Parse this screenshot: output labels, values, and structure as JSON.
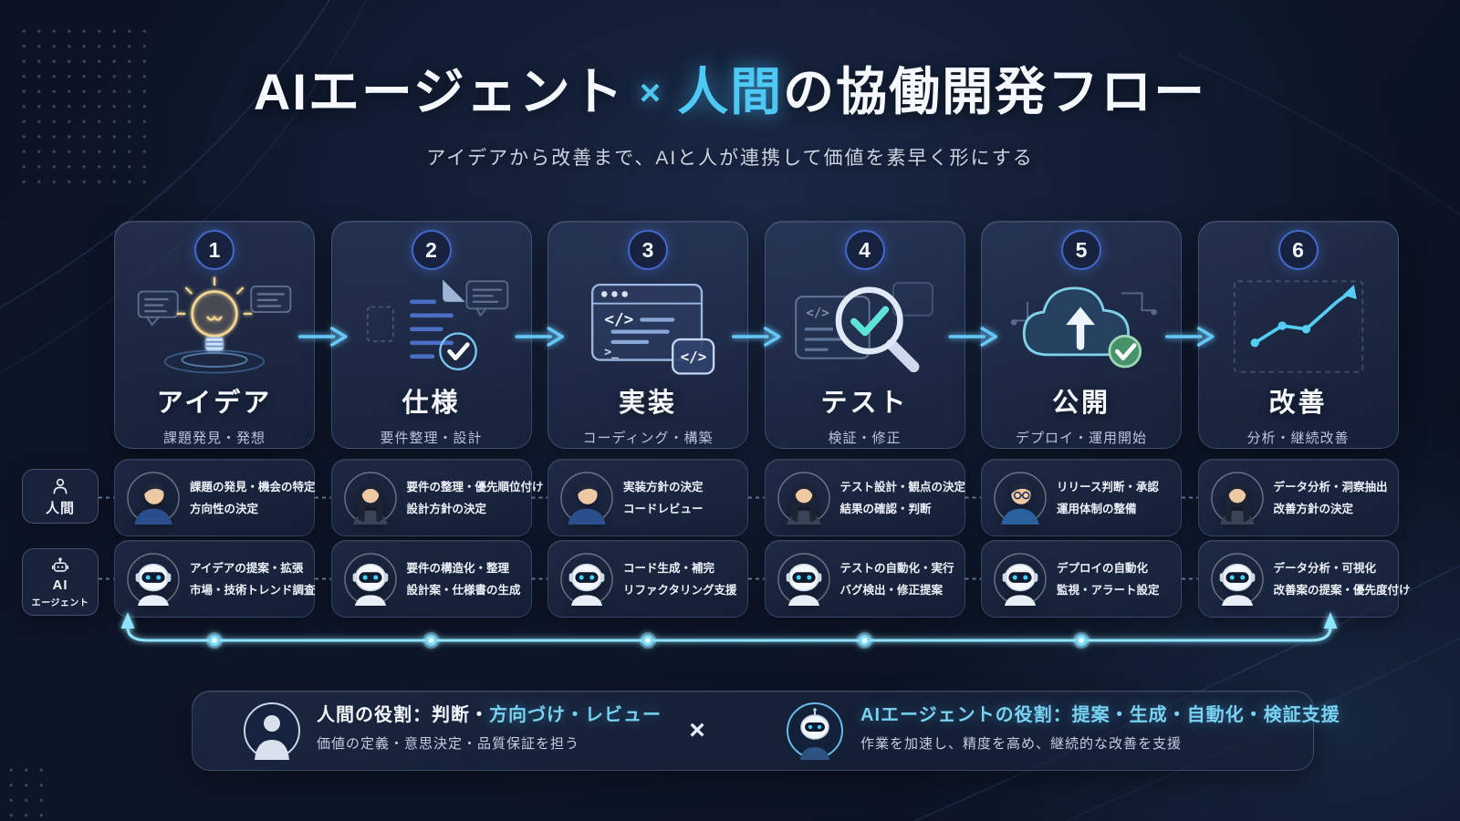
{
  "header": {
    "title_part1": "AIエージェント",
    "title_x": "×",
    "title_accent": "人間",
    "title_rest": "の協働開発フロー",
    "subtitle": "アイデアから改善まで、AIと人が連携して価値を素早く形にする"
  },
  "lanes": {
    "human": {
      "icon": "person-icon",
      "label": "人間"
    },
    "ai": {
      "icon": "robot-icon",
      "label_top": "AI",
      "label_bottom": "エージェント"
    }
  },
  "steps": [
    {
      "number": "1",
      "icon": "lightbulb-icon",
      "title": "アイデア",
      "subtitle": "課題発見・発想",
      "human_avatar": "man-avatar",
      "ai_avatar": "robot-avatar",
      "human": [
        "課題の発見・機会の特定",
        "方向性の決定"
      ],
      "ai": [
        "アイデアの提案・拡張",
        "市場・技術トレンド調査"
      ]
    },
    {
      "number": "2",
      "icon": "spec-document-icon",
      "title": "仕様",
      "subtitle": "要件整理・設計",
      "human_avatar": "woman-avatar",
      "ai_avatar": "robot-avatar",
      "human": [
        "要件の整理・優先順位付け",
        "設計方針の決定"
      ],
      "ai": [
        "要件の構造化・整理",
        "設計案・仕様書の生成"
      ]
    },
    {
      "number": "3",
      "icon": "code-window-icon",
      "title": "実装",
      "subtitle": "コーディング・構築",
      "human_avatar": "man-avatar",
      "ai_avatar": "robot-avatar",
      "human": [
        "実装方針の決定",
        "コードレビュー"
      ],
      "ai": [
        "コード生成・補完",
        "リファクタリング支援"
      ]
    },
    {
      "number": "4",
      "icon": "magnifier-check-icon",
      "title": "テスト",
      "subtitle": "検証・修正",
      "human_avatar": "woman-avatar",
      "ai_avatar": "robot-avatar",
      "human": [
        "テスト設計・観点の決定",
        "結果の確認・判断"
      ],
      "ai": [
        "テストの自動化・実行",
        "バグ検出・修正提案"
      ]
    },
    {
      "number": "5",
      "icon": "cloud-upload-icon",
      "title": "公開",
      "subtitle": "デプロイ・運用開始",
      "human_avatar": "man-glasses-avatar",
      "ai_avatar": "robot-avatar",
      "human": [
        "リリース判断・承認",
        "運用体制の整備"
      ],
      "ai": [
        "デプロイの自動化",
        "監視・アラート設定"
      ]
    },
    {
      "number": "6",
      "icon": "growth-chart-icon",
      "title": "改善",
      "subtitle": "分析・継続改善",
      "human_avatar": "woman-avatar",
      "ai_avatar": "robot-avatar",
      "human": [
        "データ分析・洞察抽出",
        "改善方針の決定"
      ],
      "ai": [
        "データ分析・可視化",
        "改善案の提案・優先度付け"
      ]
    }
  ],
  "legend": {
    "human": {
      "icon": "legend-person-avatar",
      "title_label": "人間の役割：判断・",
      "title_accent": "方向づけ・レビュー",
      "subtitle": "価値の定義・意思決定・品質保証を担う"
    },
    "separator": "×",
    "ai": {
      "icon": "legend-robot-avatar",
      "title": "AIエージェントの役割：提案・生成・自動化・検証支援",
      "subtitle": "作業を加速し、精度を高め、継続的な改善を支援"
    }
  },
  "colors": {
    "background": "#0b1222",
    "accent_cyan": "#4ec9f5",
    "arrow": "#66c8f8",
    "timeline": "#8ee4ff",
    "badge_ring": "#4468cc",
    "check_green": "#47926a",
    "bulb_warm": "#f4d493"
  }
}
